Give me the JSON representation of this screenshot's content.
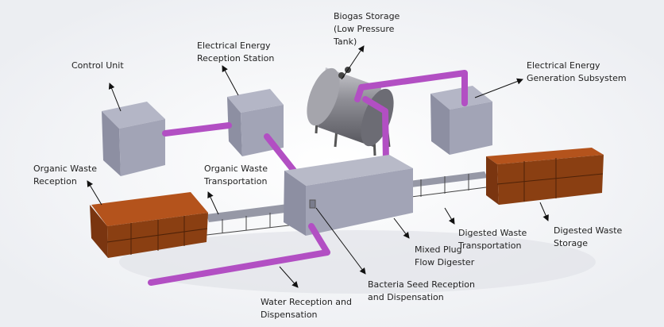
{
  "labels": {
    "control_unit": [
      "Control Unit"
    ],
    "reception_station": [
      "Electrical Energy",
      "Reception Station"
    ],
    "biogas_storage": [
      "Biogas Storage",
      "(Low Pressure",
      "Tank)"
    ],
    "generation_subsystem": [
      "Electrical Energy",
      "Generation Subsystem"
    ],
    "organic_waste_reception": [
      "Organic Waste",
      "Reception"
    ],
    "organic_waste_transportation": [
      "Organic Waste",
      "Transportation"
    ],
    "digester": [
      "Mixed Plug",
      "Flow Digester"
    ],
    "digested_waste_transportation": [
      "Digested Waste",
      "Transportation"
    ],
    "digested_waste_storage": [
      "Digested Waste",
      "Storage"
    ],
    "bacteria_seed": [
      "Bacteria Seed Reception",
      "and Dispensation"
    ],
    "water": [
      "Water Reception and",
      "Dispensation"
    ]
  },
  "colors": {
    "pipe": "#b24fc3",
    "unit": "#9a9cae",
    "container": "#8a3f12"
  }
}
